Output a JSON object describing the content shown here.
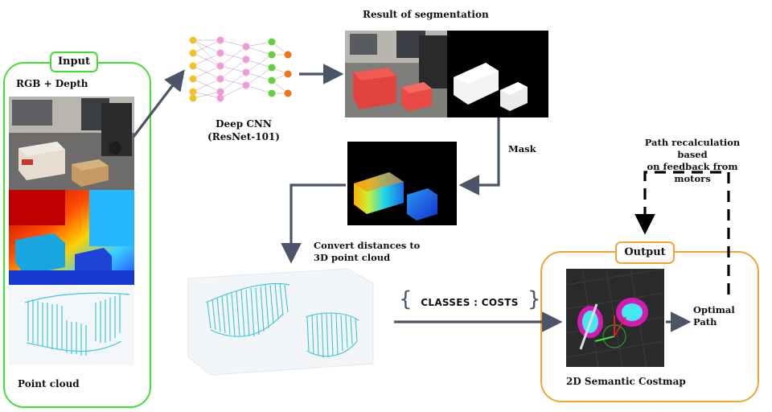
{
  "input": {
    "tag": "Input",
    "rgb_depth_label": "RGB + Depth",
    "point_cloud_label": "Point cloud"
  },
  "cnn": {
    "line1": "Deep CNN",
    "line2": "(ResNet-101)"
  },
  "segmentation": {
    "title": "Result of segmentation",
    "mask_label": "Mask"
  },
  "convert": {
    "line1": "Convert distances to",
    "line2": "3D point cloud"
  },
  "classes_costs": "CLASSES : COSTS",
  "feedback": {
    "line1": "Path recalculation based",
    "line2": "on feedback from motors"
  },
  "output": {
    "tag": "Output",
    "costmap_label": "2D Semantic Costmap",
    "path_line1": "Optimal",
    "path_line2": "Path"
  },
  "colors": {
    "input_border": "#44dd33",
    "output_border": "#f2a43a",
    "arrow": "#4a5568"
  }
}
